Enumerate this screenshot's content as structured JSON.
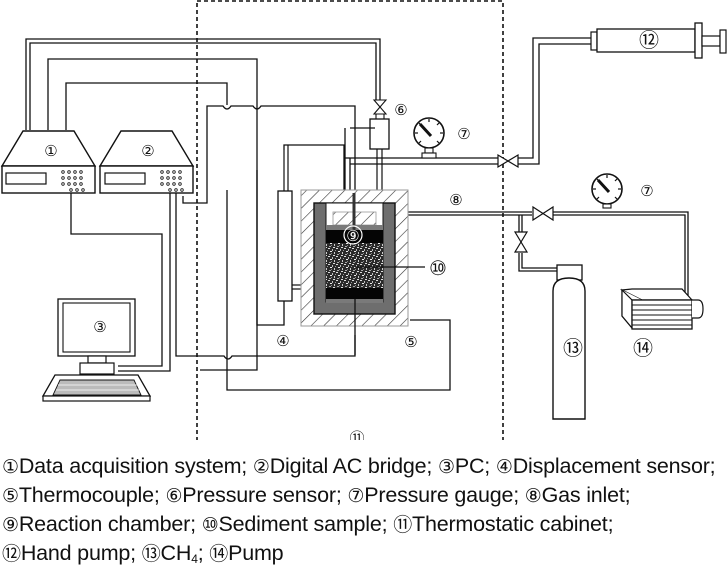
{
  "diagram": {
    "labels": {
      "data_acquisition": "①",
      "ac_bridge": "②",
      "pc": "③",
      "displacement_sensor": "④",
      "thermocouple": "⑤",
      "pressure_sensor": "⑥",
      "pressure_gauge_top": "⑦",
      "pressure_gauge_right": "⑦",
      "gas_inlet": "⑧",
      "reaction_chamber": "⑨",
      "sediment_sample": "⑩",
      "thermostatic_cabinet": "⑪",
      "hand_pump": "⑫",
      "ch4_cylinder": "⑬",
      "pump": "⑭"
    },
    "colors": {
      "line": "#111111",
      "chamber_wall": "#6e6e6e",
      "hatch": "#333333",
      "black_layer": "#050505"
    }
  },
  "legend": {
    "items": [
      {
        "num": "①",
        "text": "Data acquisition system;"
      },
      {
        "num": "②",
        "text": "Digital AC bridge;"
      },
      {
        "num": "③",
        "text": "PC;"
      },
      {
        "num": "④",
        "text": "Displacement sensor;"
      },
      {
        "num": "⑤",
        "text": "Thermocouple;"
      },
      {
        "num": "⑥",
        "text": "Pressure sensor;"
      },
      {
        "num": "⑦",
        "text": "Pressure gauge;"
      },
      {
        "num": "⑧",
        "text": "Gas inlet;"
      },
      {
        "num": "⑨",
        "text": "Reaction chamber;"
      },
      {
        "num": "⑩",
        "text": "Sediment sample;"
      },
      {
        "num": "⑪",
        "text": "Thermostatic cabinet;"
      },
      {
        "num": "⑫",
        "text": "Hand pump;"
      },
      {
        "num": "⑬",
        "text": "CH",
        "sub": "4",
        "tail": ";"
      },
      {
        "num": "⑭",
        "text": "Pump"
      }
    ]
  }
}
